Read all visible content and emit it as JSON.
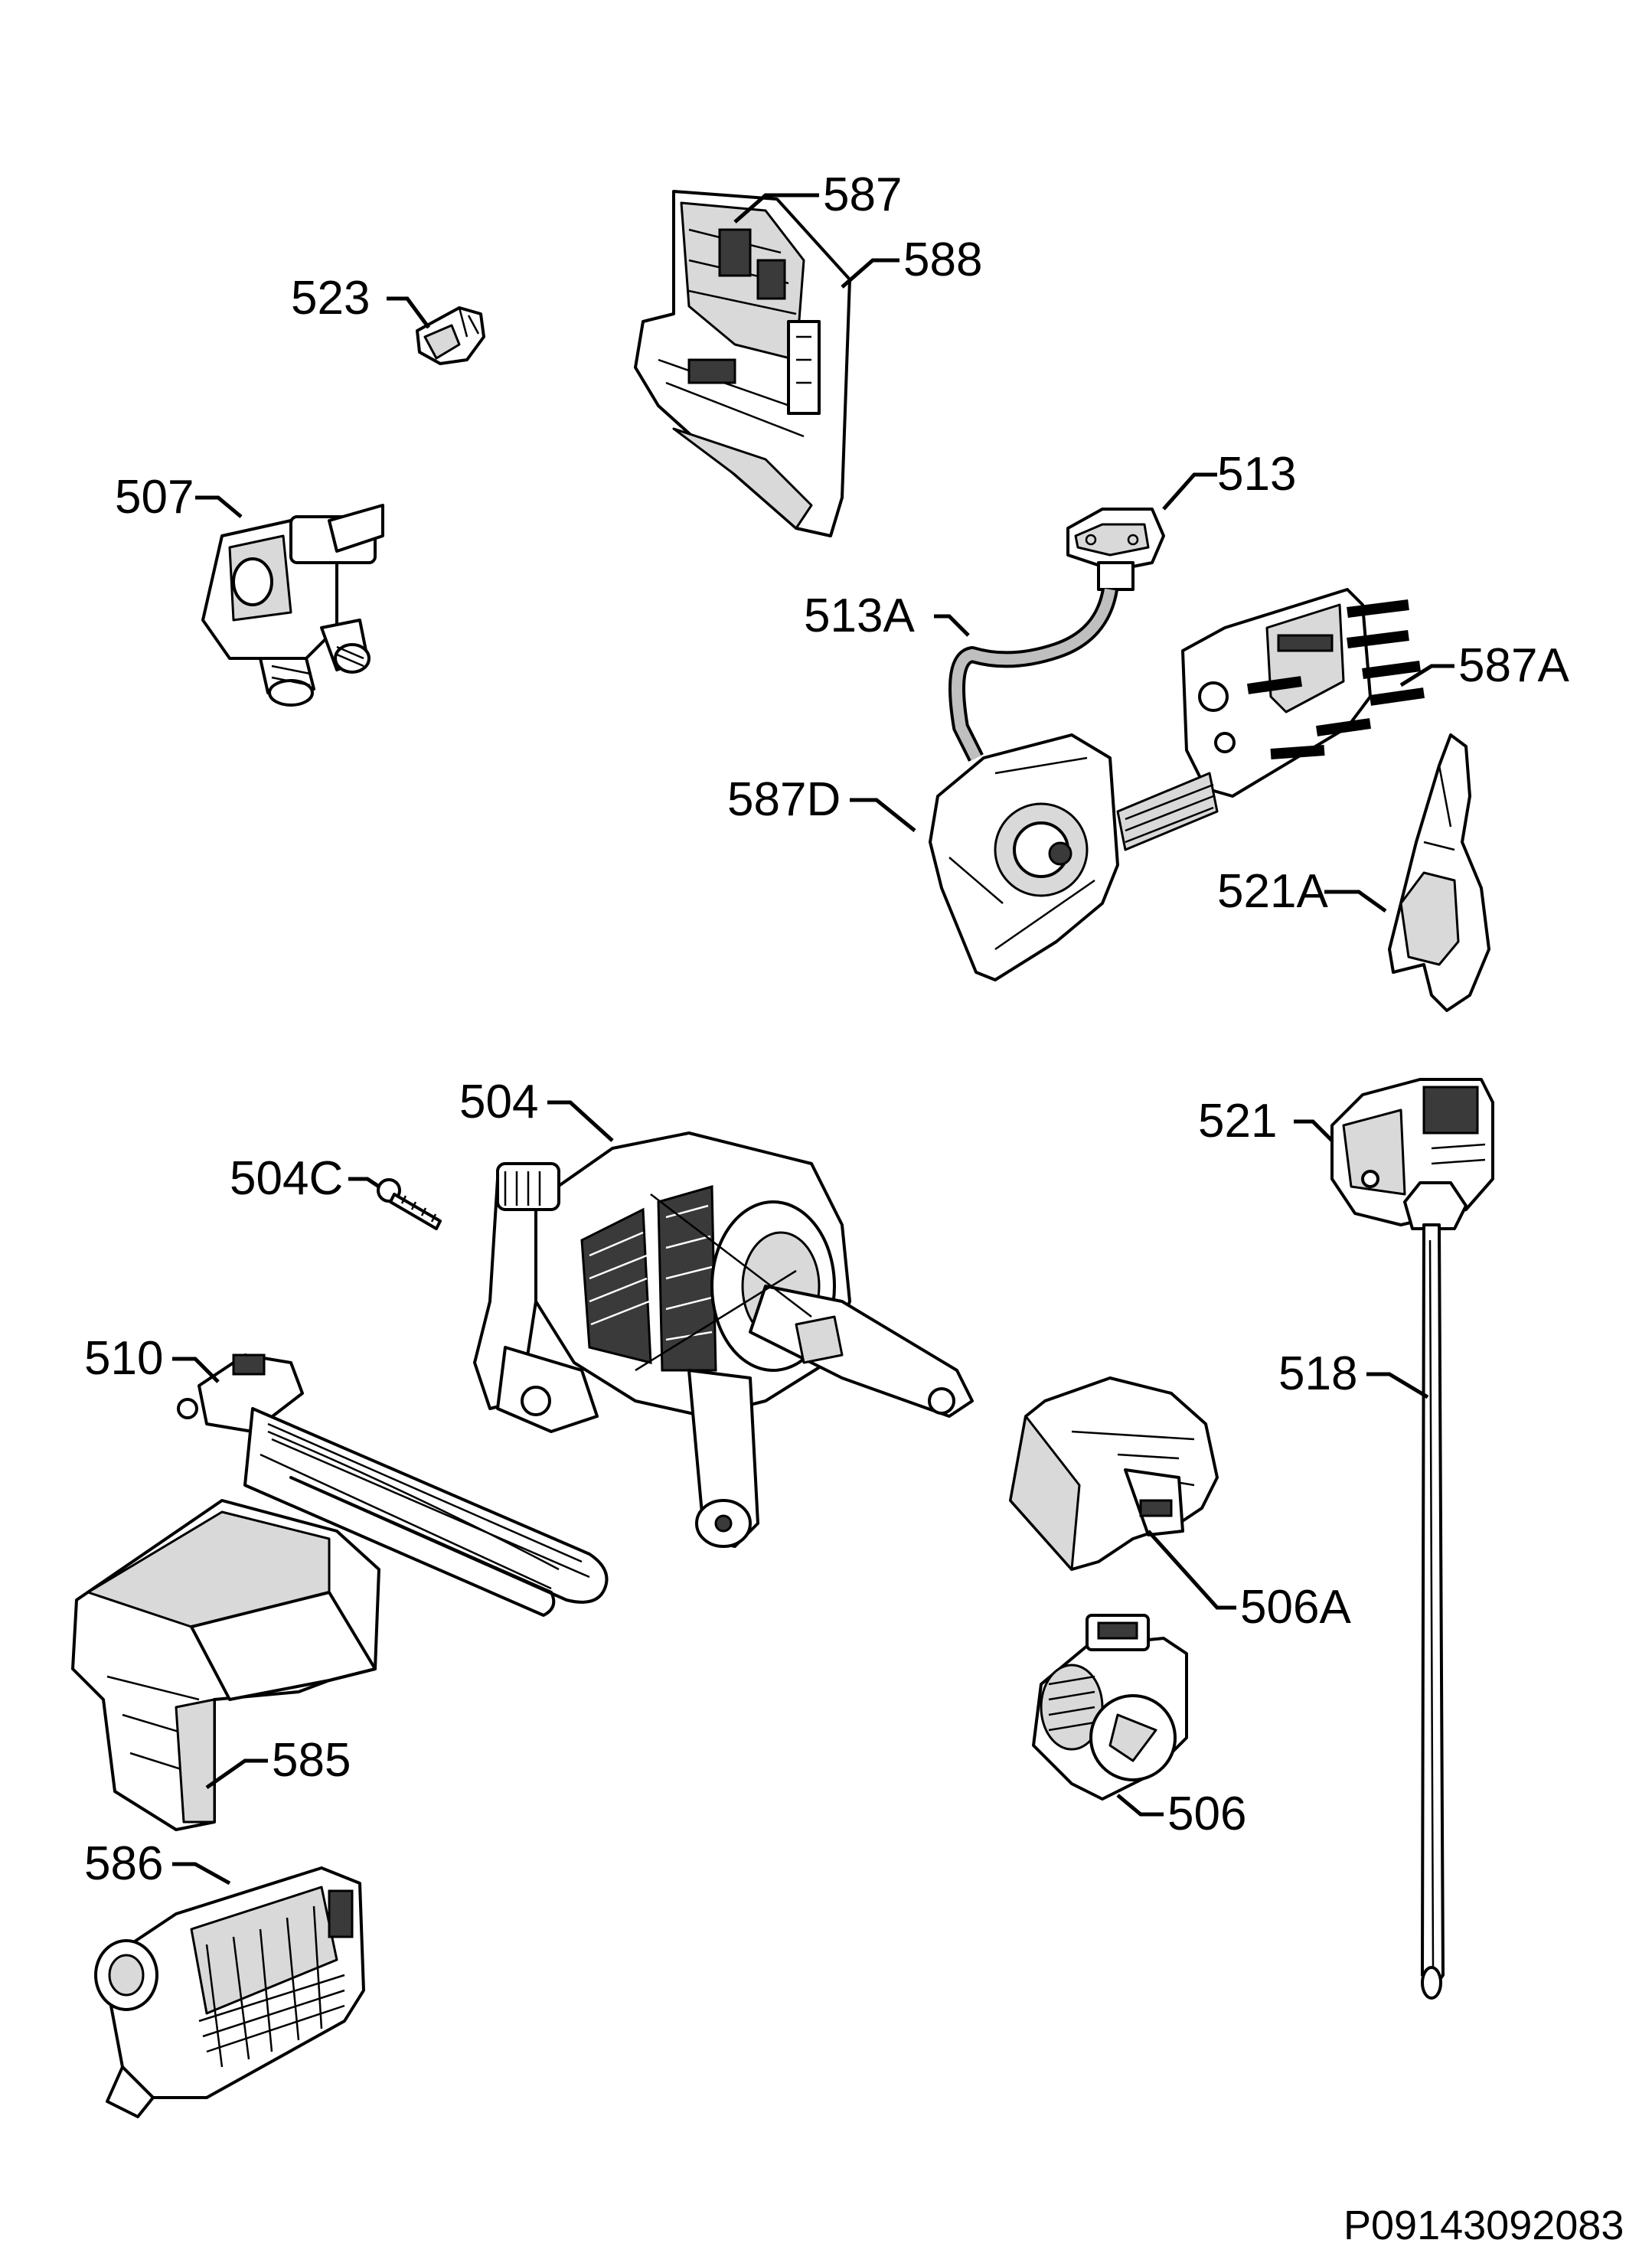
{
  "diagram": {
    "labels": {
      "p587": "587",
      "p588": "588",
      "p523": "523",
      "p507": "507",
      "p513": "513",
      "p513A": "513A",
      "p587A": "587A",
      "p587D": "587D",
      "p521A": "521A",
      "p504": "504",
      "p504C": "504C",
      "p521": "521",
      "p510": "510",
      "p518": "518",
      "p506A": "506A",
      "p585": "585",
      "p506": "506",
      "p586": "586"
    },
    "drawing_code": "P09143092083"
  }
}
